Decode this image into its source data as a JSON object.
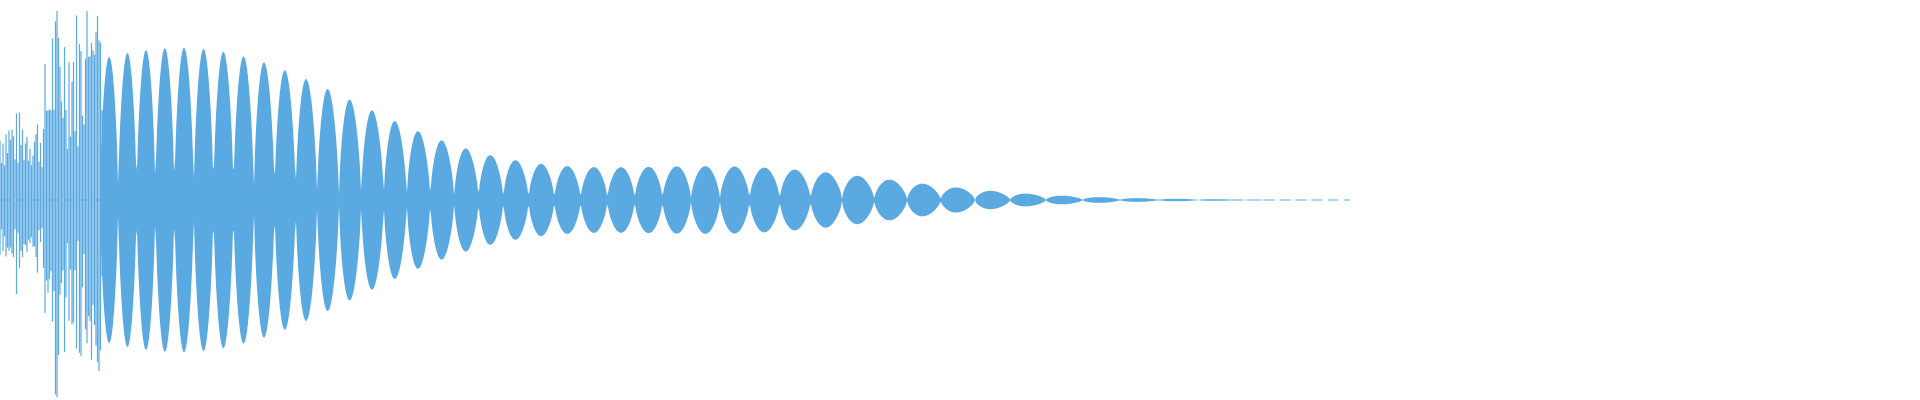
{
  "waveform": {
    "color": "#5ba9e1",
    "description_icon": "audio-waveform",
    "envelope": {
      "noise_burst_amplitude": 0.55,
      "peak_amplitude": 1.0,
      "decay_end_fraction": 0.7
    }
  }
}
